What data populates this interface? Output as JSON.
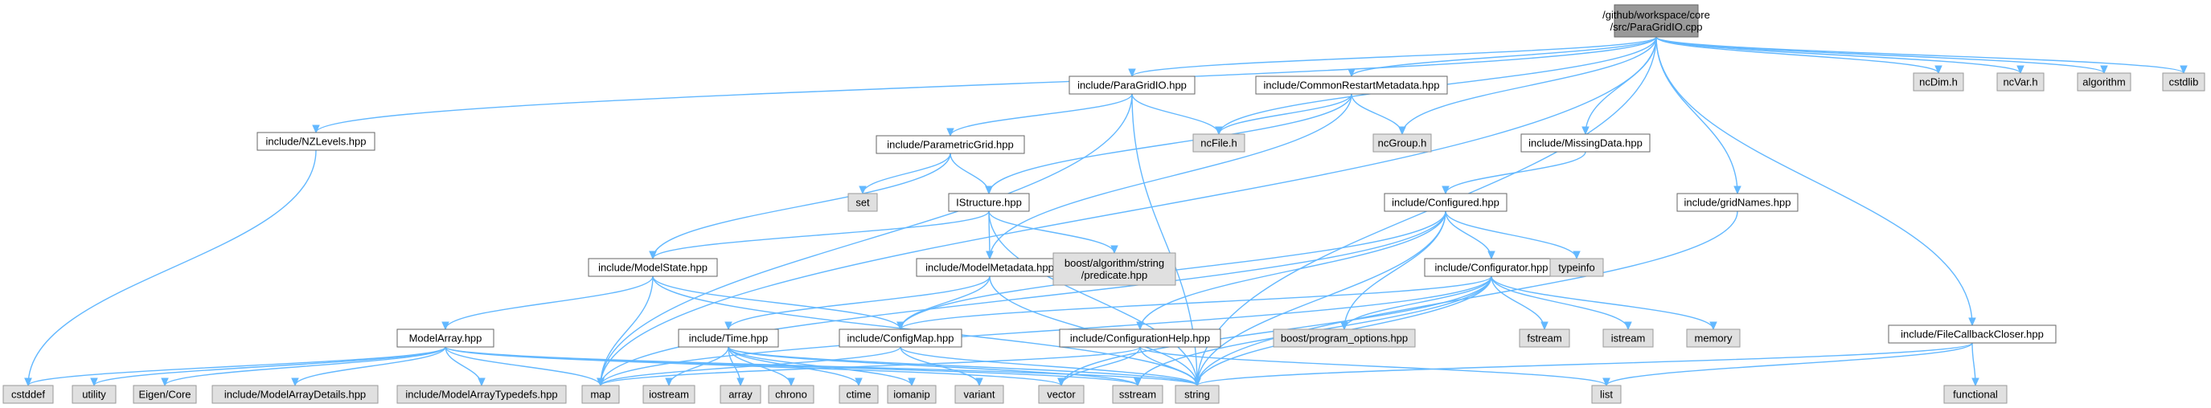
{
  "graph": {
    "colors": {
      "edge": "#63b8ff",
      "root_fill": "#999999",
      "node_fill": "#ffffff",
      "node_border": "#666666",
      "external_fill": "#e0e0e0",
      "external_border": "#999999"
    },
    "nodes": [
      {
        "id": "root",
        "lines": [
          "/github/workspace/core",
          "/src/ParaGridIO.cpp"
        ],
        "kind": "root"
      },
      {
        "id": "nzlevels",
        "lines": [
          "include/NZLevels.hpp"
        ],
        "kind": "file"
      },
      {
        "id": "paragridio",
        "lines": [
          "include/ParaGridIO.hpp"
        ],
        "kind": "file"
      },
      {
        "id": "commonrestart",
        "lines": [
          "include/CommonRestartMetadata.hpp"
        ],
        "kind": "file"
      },
      {
        "id": "missingdata",
        "lines": [
          "include/MissingData.hpp"
        ],
        "kind": "file"
      },
      {
        "id": "gridnames",
        "lines": [
          "include/gridNames.hpp"
        ],
        "kind": "file"
      },
      {
        "id": "filecallback",
        "lines": [
          "include/FileCallbackCloser.hpp"
        ],
        "kind": "file"
      },
      {
        "id": "parametricgrid",
        "lines": [
          "include/ParametricGrid.hpp"
        ],
        "kind": "file"
      },
      {
        "id": "istructure",
        "lines": [
          "IStructure.hpp"
        ],
        "kind": "file"
      },
      {
        "id": "configured",
        "lines": [
          "include/Configured.hpp"
        ],
        "kind": "file"
      },
      {
        "id": "modelstate",
        "lines": [
          "include/ModelState.hpp"
        ],
        "kind": "file"
      },
      {
        "id": "modelmetadata",
        "lines": [
          "include/ModelMetadata.hpp"
        ],
        "kind": "file"
      },
      {
        "id": "configurator",
        "lines": [
          "include/Configurator.hpp"
        ],
        "kind": "file"
      },
      {
        "id": "modelarray",
        "lines": [
          "ModelArray.hpp"
        ],
        "kind": "file"
      },
      {
        "id": "time",
        "lines": [
          "include/Time.hpp"
        ],
        "kind": "file"
      },
      {
        "id": "configmap",
        "lines": [
          "include/ConfigMap.hpp"
        ],
        "kind": "file"
      },
      {
        "id": "confighelp",
        "lines": [
          "include/ConfigurationHelp.hpp"
        ],
        "kind": "file"
      },
      {
        "id": "ncdim",
        "lines": [
          "ncDim.h"
        ],
        "kind": "external"
      },
      {
        "id": "ncvar",
        "lines": [
          "ncVar.h"
        ],
        "kind": "external"
      },
      {
        "id": "algorithm",
        "lines": [
          "algorithm"
        ],
        "kind": "external"
      },
      {
        "id": "cstdlib",
        "lines": [
          "cstdlib"
        ],
        "kind": "external"
      },
      {
        "id": "ncfile",
        "lines": [
          "ncFile.h"
        ],
        "kind": "external"
      },
      {
        "id": "ncgroup",
        "lines": [
          "ncGroup.h"
        ],
        "kind": "external"
      },
      {
        "id": "set",
        "lines": [
          "set"
        ],
        "kind": "external"
      },
      {
        "id": "boostalgo",
        "lines": [
          "boost/algorithm/string",
          "/predicate.hpp"
        ],
        "kind": "external"
      },
      {
        "id": "typeinfo",
        "lines": [
          "typeinfo"
        ],
        "kind": "external"
      },
      {
        "id": "boostpo",
        "lines": [
          "boost/program_options.hpp"
        ],
        "kind": "external"
      },
      {
        "id": "fstream",
        "lines": [
          "fstream"
        ],
        "kind": "external"
      },
      {
        "id": "istream",
        "lines": [
          "istream"
        ],
        "kind": "external"
      },
      {
        "id": "memory",
        "lines": [
          "memory"
        ],
        "kind": "external"
      },
      {
        "id": "cstddef",
        "lines": [
          "cstddef"
        ],
        "kind": "external"
      },
      {
        "id": "utility",
        "lines": [
          "utility"
        ],
        "kind": "external"
      },
      {
        "id": "eigencore",
        "lines": [
          "Eigen/Core"
        ],
        "kind": "external"
      },
      {
        "id": "modelarraydetails",
        "lines": [
          "include/ModelArrayDetails.hpp"
        ],
        "kind": "external"
      },
      {
        "id": "modelarraytypedefs",
        "lines": [
          "include/ModelArrayTypedefs.hpp"
        ],
        "kind": "external"
      },
      {
        "id": "map",
        "lines": [
          "map"
        ],
        "kind": "external"
      },
      {
        "id": "iostream",
        "lines": [
          "iostream"
        ],
        "kind": "external"
      },
      {
        "id": "array",
        "lines": [
          "array"
        ],
        "kind": "external"
      },
      {
        "id": "chrono",
        "lines": [
          "chrono"
        ],
        "kind": "external"
      },
      {
        "id": "ctime",
        "lines": [
          "ctime"
        ],
        "kind": "external"
      },
      {
        "id": "iomanip",
        "lines": [
          "iomanip"
        ],
        "kind": "external"
      },
      {
        "id": "variant",
        "lines": [
          "variant"
        ],
        "kind": "external"
      },
      {
        "id": "vector",
        "lines": [
          "vector"
        ],
        "kind": "external"
      },
      {
        "id": "sstream",
        "lines": [
          "sstream"
        ],
        "kind": "external"
      },
      {
        "id": "string",
        "lines": [
          "string"
        ],
        "kind": "external"
      },
      {
        "id": "list",
        "lines": [
          "list"
        ],
        "kind": "external"
      },
      {
        "id": "functional",
        "lines": [
          "functional"
        ],
        "kind": "external"
      }
    ],
    "edges": [
      [
        "root",
        "nzlevels"
      ],
      [
        "root",
        "paragridio"
      ],
      [
        "root",
        "commonrestart"
      ],
      [
        "root",
        "missingdata"
      ],
      [
        "root",
        "gridnames"
      ],
      [
        "root",
        "filecallback"
      ],
      [
        "root",
        "ncdim"
      ],
      [
        "root",
        "ncvar"
      ],
      [
        "root",
        "algorithm"
      ],
      [
        "root",
        "cstdlib"
      ],
      [
        "root",
        "ncfile"
      ],
      [
        "root",
        "ncgroup"
      ],
      [
        "root",
        "map"
      ],
      [
        "root",
        "string"
      ],
      [
        "nzlevels",
        "cstddef"
      ],
      [
        "paragridio",
        "parametricgrid"
      ],
      [
        "paragridio",
        "ncfile"
      ],
      [
        "paragridio",
        "map"
      ],
      [
        "paragridio",
        "string"
      ],
      [
        "commonrestart",
        "ncfile"
      ],
      [
        "commonrestart",
        "ncgroup"
      ],
      [
        "commonrestart",
        "istructure"
      ],
      [
        "commonrestart",
        "modelmetadata"
      ],
      [
        "missingdata",
        "configured"
      ],
      [
        "gridnames",
        "string"
      ],
      [
        "filecallback",
        "functional"
      ],
      [
        "filecallback",
        "list"
      ],
      [
        "filecallback",
        "string"
      ],
      [
        "parametricgrid",
        "set"
      ],
      [
        "parametricgrid",
        "istructure"
      ],
      [
        "parametricgrid",
        "modelstate"
      ],
      [
        "istructure",
        "boostalgo"
      ],
      [
        "istructure",
        "modelstate"
      ],
      [
        "istructure",
        "modelmetadata"
      ],
      [
        "istructure",
        "string"
      ],
      [
        "configured",
        "typeinfo"
      ],
      [
        "configured",
        "configurator"
      ],
      [
        "configured",
        "boostpo"
      ],
      [
        "configured",
        "configmap"
      ],
      [
        "configured",
        "confighelp"
      ],
      [
        "configured",
        "map"
      ],
      [
        "configured",
        "string"
      ],
      [
        "modelstate",
        "modelarray"
      ],
      [
        "modelstate",
        "configmap"
      ],
      [
        "modelstate",
        "map"
      ],
      [
        "modelstate",
        "string"
      ],
      [
        "modelmetadata",
        "time"
      ],
      [
        "modelmetadata",
        "configmap"
      ],
      [
        "modelmetadata",
        "string"
      ],
      [
        "configurator",
        "boostpo"
      ],
      [
        "configurator",
        "fstream"
      ],
      [
        "configurator",
        "istream"
      ],
      [
        "configurator",
        "memory"
      ],
      [
        "configurator",
        "configmap"
      ],
      [
        "configurator",
        "map"
      ],
      [
        "configurator",
        "vector"
      ],
      [
        "configurator",
        "sstream"
      ],
      [
        "configurator",
        "string"
      ],
      [
        "modelarray",
        "cstddef"
      ],
      [
        "modelarray",
        "utility"
      ],
      [
        "modelarray",
        "eigencore"
      ],
      [
        "modelarray",
        "modelarraydetails"
      ],
      [
        "modelarray",
        "modelarraytypedefs"
      ],
      [
        "modelarray",
        "map"
      ],
      [
        "modelarray",
        "vector"
      ],
      [
        "modelarray",
        "string"
      ],
      [
        "modelarray",
        "sstream"
      ],
      [
        "time",
        "iostream"
      ],
      [
        "time",
        "array"
      ],
      [
        "time",
        "chrono"
      ],
      [
        "time",
        "ctime"
      ],
      [
        "time",
        "iomanip"
      ],
      [
        "time",
        "string"
      ],
      [
        "time",
        "sstream"
      ],
      [
        "configmap",
        "map"
      ],
      [
        "configmap",
        "variant"
      ],
      [
        "configmap",
        "string"
      ],
      [
        "confighelp",
        "list"
      ],
      [
        "confighelp",
        "map"
      ],
      [
        "confighelp",
        "vector"
      ],
      [
        "confighelp",
        "string"
      ]
    ]
  }
}
